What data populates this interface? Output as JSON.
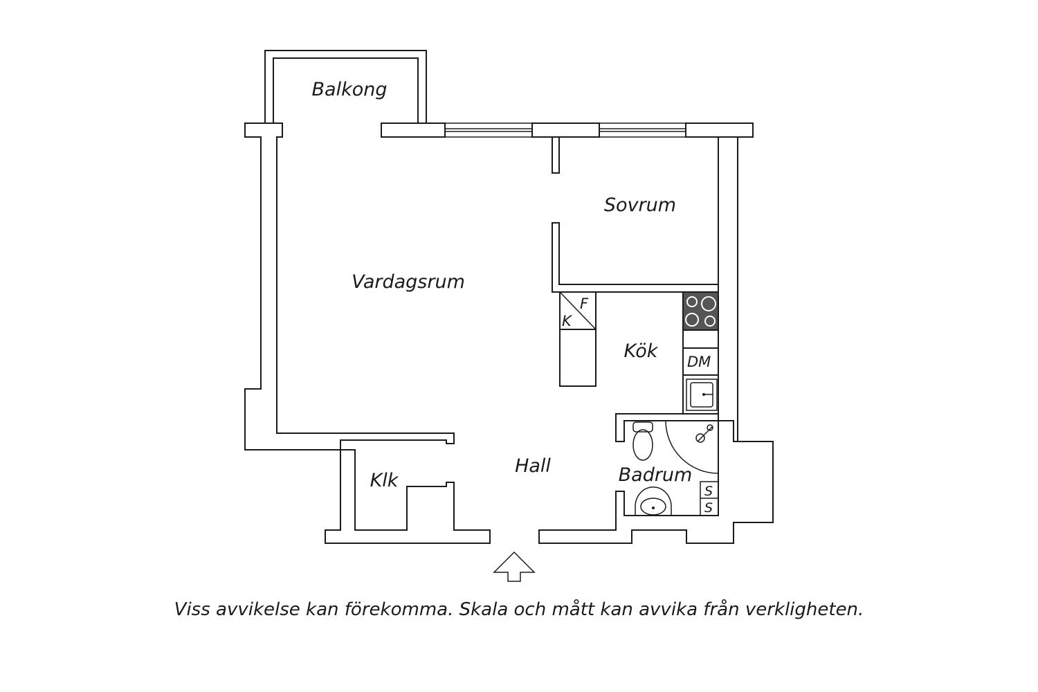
{
  "rooms": {
    "balcony": "Balkong",
    "bedroom": "Sovrum",
    "living_room": "Vardagsrum",
    "kitchen": "Kök",
    "hall": "Hall",
    "closet": "Klk",
    "bathroom": "Badrum"
  },
  "fixtures": {
    "fridge": "K",
    "freezer": "F",
    "dishwasher": "DM",
    "washer": "S",
    "dryer": "S"
  },
  "disclaimer": "Viss avvikelse kan förekomma. Skala och mått kan avvika från verkligheten.",
  "icons": {
    "entrance": "entrance-arrow-icon",
    "stove": "stove-icon",
    "sink": "kitchen-sink-icon",
    "toilet": "toilet-icon",
    "washbasin": "washbasin-icon",
    "shower": "shower-icon"
  },
  "colors": {
    "line": "#1a1a1a",
    "stove": "#555555",
    "background": "#ffffff"
  }
}
